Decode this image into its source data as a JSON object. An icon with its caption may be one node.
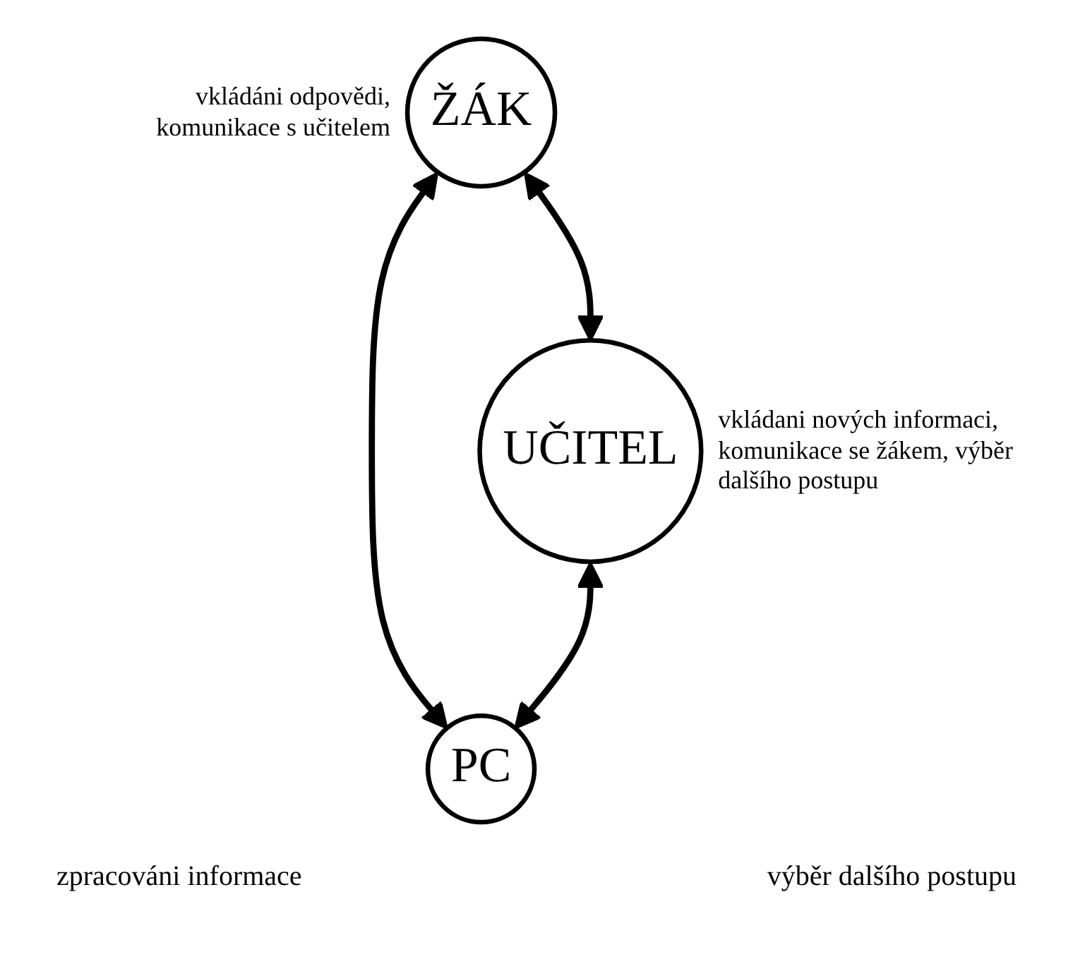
{
  "diagram": {
    "nodes": [
      {
        "text": [
          "ŽÁK"
        ],
        "beside": [
          "vkládáni odpovědi, komunikace s učitelem"
        ]
      },
      {
        "text": [
          "UČITEL"
        ],
        "beside": [
          "vkládani nových informaci, komunikace se žákem, výběr dalšího postupu"
        ]
      },
      {
        "text": [
          "PC"
        ]
      }
    ],
    "edges": [
      {
        "from": 0,
        "to": 1,
        "arrow": "both"
      },
      {
        "from": 0,
        "to": 2,
        "arrow": "both"
      },
      {
        "from": 1,
        "to": 2,
        "arrow": "both"
      }
    ],
    "labels": [
      "zpracováni informace",
      "výběr dalšího postupu"
    ]
  }
}
